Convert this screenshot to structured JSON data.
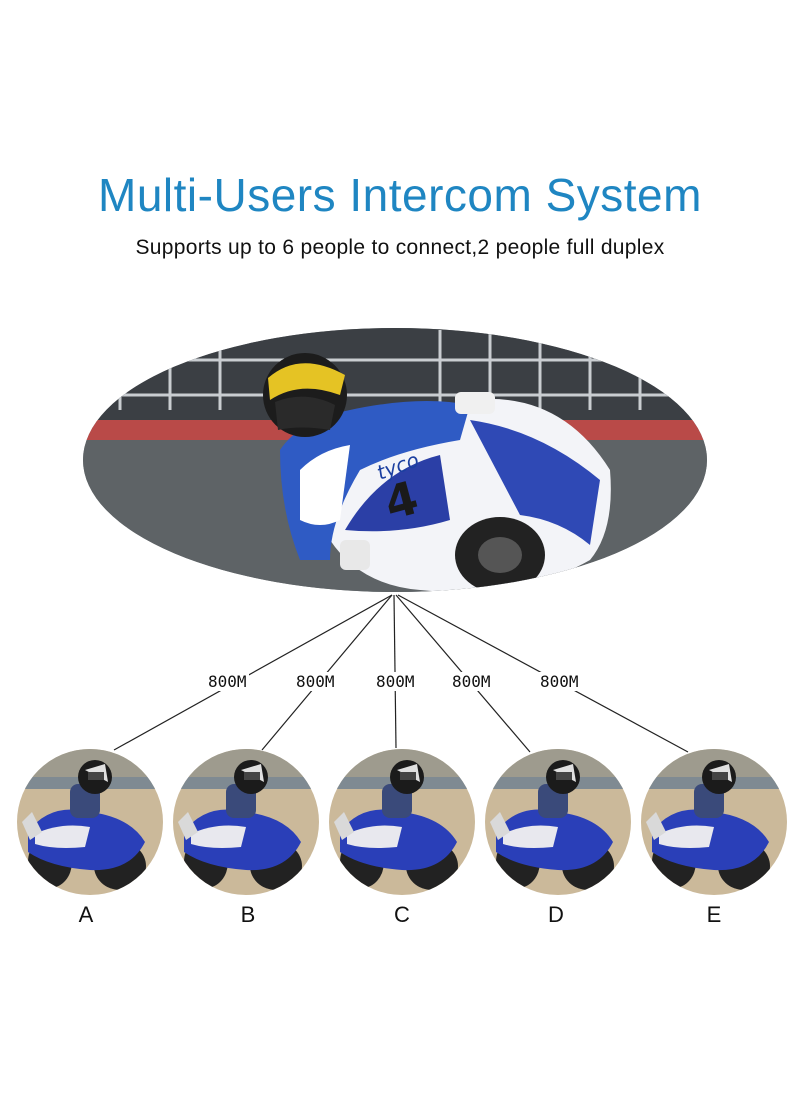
{
  "header": {
    "title": "Multi-Users Intercom System",
    "subtitle": "Supports up to 6 people to connect,2 people full duplex"
  },
  "colors": {
    "title": "#1f86c2",
    "subtitle": "#111111",
    "bike_blue": "#2a3fb8"
  },
  "links": [
    {
      "distance": "800M",
      "user": "A"
    },
    {
      "distance": "800M",
      "user": "B"
    },
    {
      "distance": "800M",
      "user": "C"
    },
    {
      "distance": "800M",
      "user": "D"
    },
    {
      "distance": "800M",
      "user": "E"
    }
  ]
}
